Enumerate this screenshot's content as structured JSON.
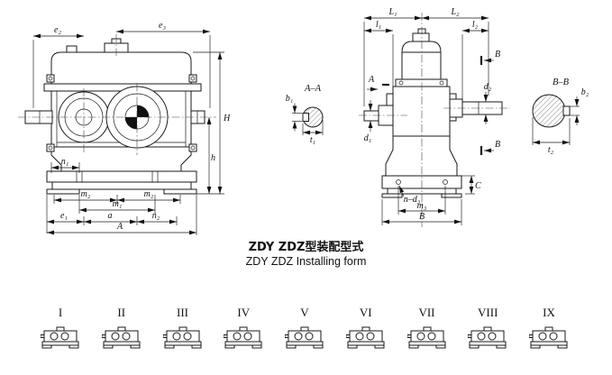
{
  "caption": {
    "zh": "ZDY ZDZ型装配型式",
    "en": "ZDY ZDZ Installing form"
  },
  "front_view": {
    "labels": {
      "e2": "e₂",
      "e3": "e₃",
      "H": "H",
      "h": "h",
      "n1": "n₁",
      "m2_left": "m₂",
      "m2_right": "m₂",
      "m1": "m₁",
      "e1": "e₁",
      "a": "a",
      "n2": "n₂",
      "A": "A"
    }
  },
  "section_aa": {
    "title": "A–A",
    "b1": "b₁",
    "t1": "t₁"
  },
  "side_view": {
    "labels": {
      "L1": "L₁",
      "L2": "L₂",
      "l1": "l₁",
      "l2": "l₂",
      "B_top": "B",
      "A_cut": "A",
      "d1": "d₁",
      "d2": "d₂",
      "B_cut": "B",
      "C": "C",
      "n_d3": "n–d₃",
      "m3": "m₃",
      "B_width": "B"
    }
  },
  "section_bb": {
    "title": "B–B",
    "b2": "b₂",
    "t2": "t₂"
  },
  "installation_forms": {
    "items": [
      {
        "label": "I"
      },
      {
        "label": "II"
      },
      {
        "label": "III"
      },
      {
        "label": "IV"
      },
      {
        "label": "V"
      },
      {
        "label": "VI"
      },
      {
        "label": "VII"
      },
      {
        "label": "VIII"
      },
      {
        "label": "IX"
      }
    ]
  }
}
